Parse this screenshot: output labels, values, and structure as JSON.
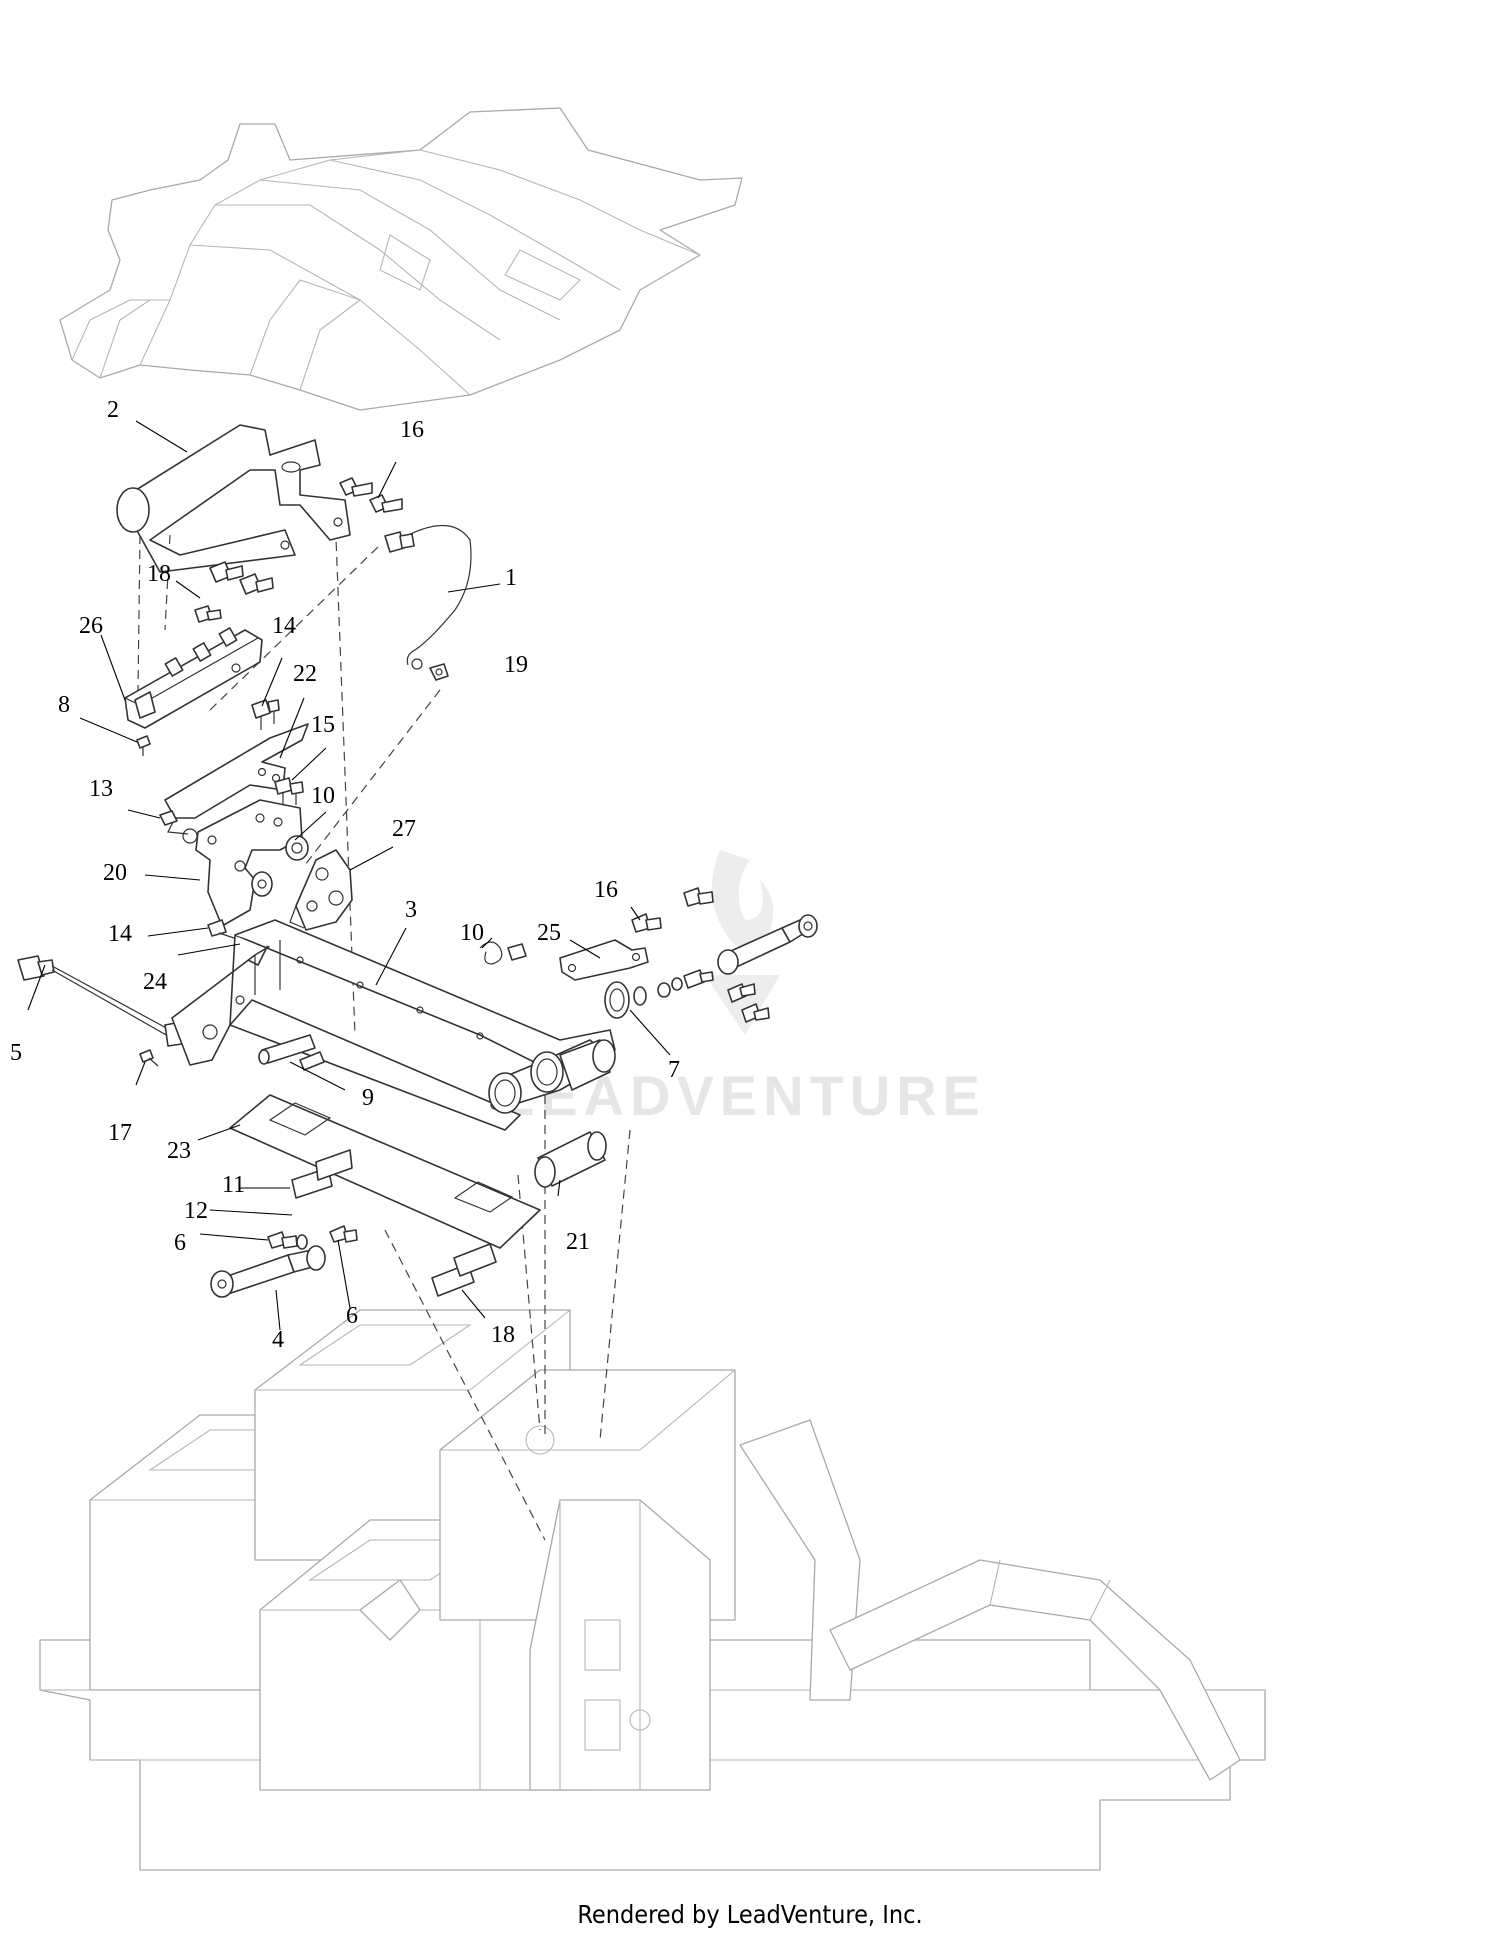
{
  "diagram": {
    "callouts": [
      {
        "id": "c1",
        "label": "1"
      },
      {
        "id": "c2",
        "label": "2"
      },
      {
        "id": "c3",
        "label": "3"
      },
      {
        "id": "c4",
        "label": "4"
      },
      {
        "id": "c5",
        "label": "5"
      },
      {
        "id": "c6a",
        "label": "6"
      },
      {
        "id": "c6b",
        "label": "6"
      },
      {
        "id": "c7",
        "label": "7"
      },
      {
        "id": "c8",
        "label": "8"
      },
      {
        "id": "c9",
        "label": "9"
      },
      {
        "id": "c10a",
        "label": "10"
      },
      {
        "id": "c10b",
        "label": "10"
      },
      {
        "id": "c11",
        "label": "11"
      },
      {
        "id": "c12",
        "label": "12"
      },
      {
        "id": "c13",
        "label": "13"
      },
      {
        "id": "c14a",
        "label": "14"
      },
      {
        "id": "c14b",
        "label": "14"
      },
      {
        "id": "c15",
        "label": "15"
      },
      {
        "id": "c16a",
        "label": "16"
      },
      {
        "id": "c16b",
        "label": "16"
      },
      {
        "id": "c17",
        "label": "17"
      },
      {
        "id": "c18a",
        "label": "18"
      },
      {
        "id": "c18b",
        "label": "18"
      },
      {
        "id": "c19",
        "label": "19"
      },
      {
        "id": "c20",
        "label": "20"
      },
      {
        "id": "c21",
        "label": "21"
      },
      {
        "id": "c22",
        "label": "22"
      },
      {
        "id": "c23",
        "label": "23"
      },
      {
        "id": "c24",
        "label": "24"
      },
      {
        "id": "c25",
        "label": "25"
      },
      {
        "id": "c26",
        "label": "26"
      },
      {
        "id": "c27",
        "label": "27"
      }
    ],
    "watermark": "LEADVENTURE",
    "footer": "Rendered by LeadVenture, Inc.",
    "colors": {
      "line": "#333333",
      "ghost": "#a9a9a9",
      "watermark": "#e6e6e6"
    }
  }
}
